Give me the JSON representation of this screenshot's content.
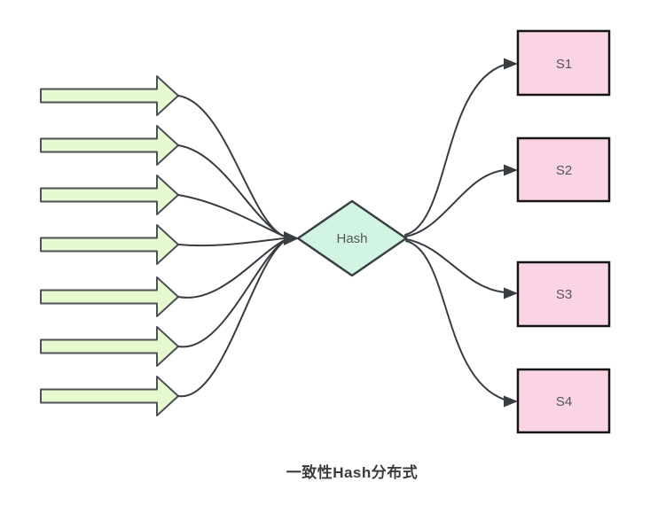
{
  "diagram": {
    "title": "一致性Hash分布式",
    "hash_node": {
      "label": "Hash"
    },
    "servers": [
      {
        "label": "S1"
      },
      {
        "label": "S2"
      },
      {
        "label": "S3"
      },
      {
        "label": "S4"
      }
    ],
    "input_arrow_count": 7
  },
  "colors": {
    "background": "#ffffff",
    "arrow_fill": "#e6f8d0",
    "arrow_stroke": "#4d5156",
    "hash_fill": "#d2f5e3",
    "hash_stroke": "#3a4045",
    "server_fill": "#fad4e4",
    "server_stroke": "#151515",
    "connector_stroke": "#383d42",
    "node_label_color": "#565656",
    "title_color": "#3c3c3c"
  }
}
